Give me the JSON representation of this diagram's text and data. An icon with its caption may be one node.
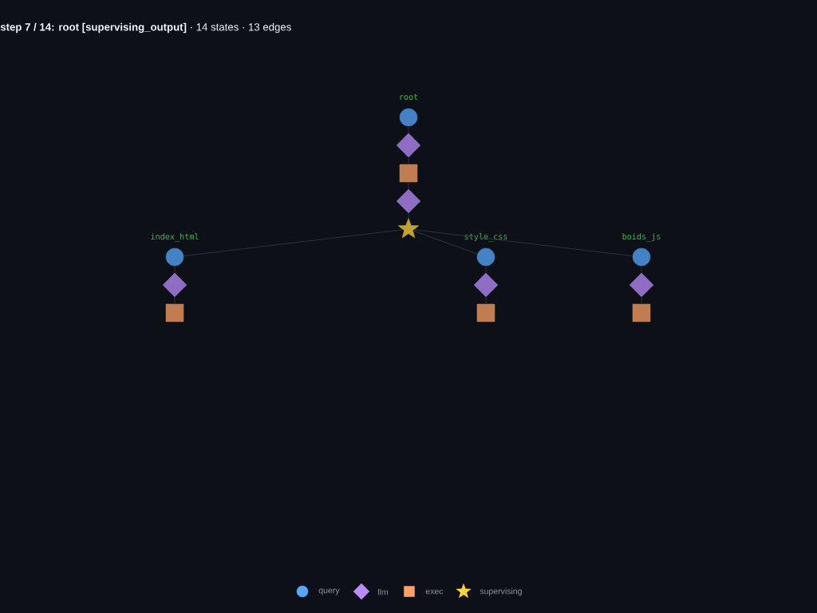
{
  "diagram": {
    "title": "**step 7 / 14: root [supervising_output]** · 14 states · 13 edges",
    "nodes": [
      {
        "text": [],
        "shape": "circle",
        "beside": [
          "root"
        ]
      },
      {
        "text": [],
        "shape": "diamond"
      },
      {
        "text": [],
        "shape": "box"
      },
      {
        "text": [],
        "shape": "diamond"
      },
      {
        "text": [],
        "shape": "star"
      },
      {
        "text": [],
        "shape": "circle",
        "beside": [
          "index_html"
        ]
      },
      {
        "text": [],
        "shape": "diamond"
      },
      {
        "text": [],
        "shape": "box"
      },
      {
        "text": [],
        "shape": "circle",
        "beside": [
          "style_css"
        ]
      },
      {
        "text": [],
        "shape": "diamond"
      },
      {
        "text": [],
        "shape": "box"
      },
      {
        "text": [],
        "shape": "circle",
        "beside": [
          "boids_js"
        ]
      },
      {
        "text": [],
        "shape": "diamond"
      },
      {
        "text": [],
        "shape": "box"
      }
    ],
    "edges": [
      {
        "from": 0,
        "to": 1,
        "arrow": "none"
      },
      {
        "from": 1,
        "to": 2,
        "arrow": "none"
      },
      {
        "from": 2,
        "to": 3,
        "arrow": "none"
      },
      {
        "from": 3,
        "to": 4,
        "arrow": "none"
      },
      {
        "from": 4,
        "to": 5,
        "arrow": "none"
      },
      {
        "from": 4,
        "to": 8,
        "arrow": "none"
      },
      {
        "from": 4,
        "to": 11,
        "arrow": "none"
      },
      {
        "from": 5,
        "to": 6,
        "arrow": "none"
      },
      {
        "from": 6,
        "to": 7,
        "arrow": "none"
      },
      {
        "from": 8,
        "to": 9,
        "arrow": "none"
      },
      {
        "from": 9,
        "to": 10,
        "arrow": "none"
      },
      {
        "from": 11,
        "to": 12,
        "arrow": "none"
      },
      {
        "from": 12,
        "to": 13,
        "arrow": "none"
      }
    ],
    "legend": [
      {
        "text": "query",
        "color": "#58a6ff"
      },
      {
        "text": "llm",
        "color": "#bc8cff"
      },
      {
        "text": "exec",
        "color": "#ffa066"
      },
      {
        "text": "supervising",
        "color": "#ffd33d"
      }
    ]
  }
}
